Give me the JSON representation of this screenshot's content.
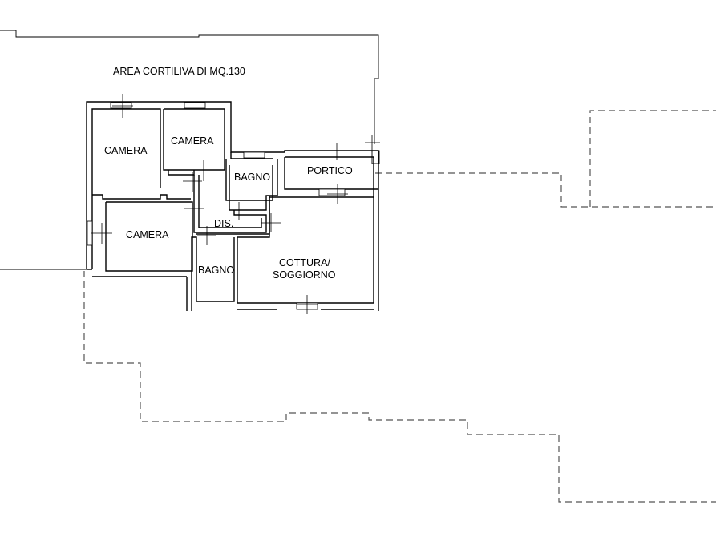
{
  "plan": {
    "court_label": "AREA CORTILIVA DI MQ.130",
    "rooms": {
      "camera_1": "CAMERA",
      "camera_2": "CAMERA",
      "camera_3": "CAMERA",
      "bagno_1": "BAGNO",
      "bagno_2": "BAGNO",
      "portico": "PORTICO",
      "dis": "DIS.",
      "cottura_line1": "COTTURA/",
      "cottura_line2": "SOGGIORNO"
    }
  }
}
